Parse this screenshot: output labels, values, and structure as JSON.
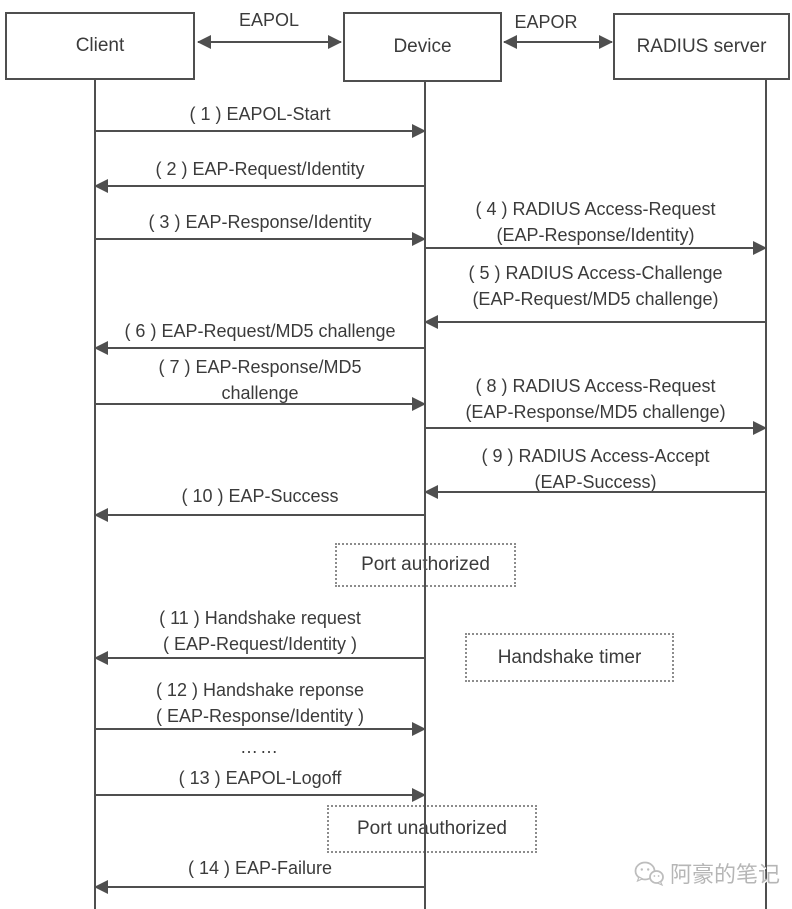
{
  "diagram": {
    "actors": [
      {
        "id": "client",
        "label": "Client"
      },
      {
        "id": "device",
        "label": "Device"
      },
      {
        "id": "radius",
        "label": "RADIUS server"
      }
    ],
    "links": [
      {
        "label": "EAPOL",
        "between": [
          "Client",
          "Device"
        ]
      },
      {
        "label": "EAPOR",
        "between": [
          "Device",
          "RADIUS server"
        ]
      }
    ],
    "messages": [
      {
        "num": "1",
        "from": "Client",
        "to": "Device",
        "lines": [
          "( 1 ) EAPOL-Start"
        ]
      },
      {
        "num": "2",
        "from": "Device",
        "to": "Client",
        "lines": [
          "( 2 ) EAP-Request/Identity"
        ]
      },
      {
        "num": "3",
        "from": "Client",
        "to": "Device",
        "lines": [
          "( 3 ) EAP-Response/Identity"
        ]
      },
      {
        "num": "4",
        "from": "Device",
        "to": "RADIUS server",
        "lines": [
          "( 4 ) RADIUS Access-Request",
          "(EAP-Response/Identity)"
        ]
      },
      {
        "num": "5",
        "from": "RADIUS server",
        "to": "Device",
        "lines": [
          "( 5 ) RADIUS Access-Challenge",
          "(EAP-Request/MD5 challenge)"
        ]
      },
      {
        "num": "6",
        "from": "Device",
        "to": "Client",
        "lines": [
          "( 6 ) EAP-Request/MD5 challenge"
        ]
      },
      {
        "num": "7",
        "from": "Client",
        "to": "Device",
        "lines": [
          "( 7 ) EAP-Response/MD5",
          "challenge"
        ]
      },
      {
        "num": "8",
        "from": "Device",
        "to": "RADIUS server",
        "lines": [
          "( 8 ) RADIUS Access-Request",
          "(EAP-Response/MD5 challenge)"
        ]
      },
      {
        "num": "9",
        "from": "RADIUS server",
        "to": "Device",
        "lines": [
          "( 9 ) RADIUS Access-Accept",
          "(EAP-Success)"
        ]
      },
      {
        "num": "10",
        "from": "Device",
        "to": "Client",
        "lines": [
          "( 10 ) EAP-Success"
        ]
      },
      {
        "num": "11",
        "from": "Device",
        "to": "Client",
        "lines": [
          "( 11 ) Handshake request",
          "( EAP-Request/Identity )"
        ]
      },
      {
        "num": "12",
        "from": "Client",
        "to": "Device",
        "lines": [
          "( 12 ) Handshake reponse",
          "( EAP-Response/Identity )"
        ]
      },
      {
        "num": "13",
        "from": "Client",
        "to": "Device",
        "lines": [
          "( 13 ) EAPOL-Logoff"
        ]
      },
      {
        "num": "14",
        "from": "Device",
        "to": "Client",
        "lines": [
          "( 14 ) EAP-Failure"
        ]
      }
    ],
    "notes": {
      "port_authorized": "Port authorized",
      "handshake_timer": "Handshake timer",
      "port_unauthorized": "Port unauthorized"
    },
    "ellipsis": "……",
    "watermark": "阿豪的笔记",
    "colors": {
      "line": "#4f4f4f",
      "text": "#3b3b3b",
      "note_border": "#8c8c8c",
      "watermark": "#b6b6b6",
      "background": "#ffffff"
    }
  }
}
